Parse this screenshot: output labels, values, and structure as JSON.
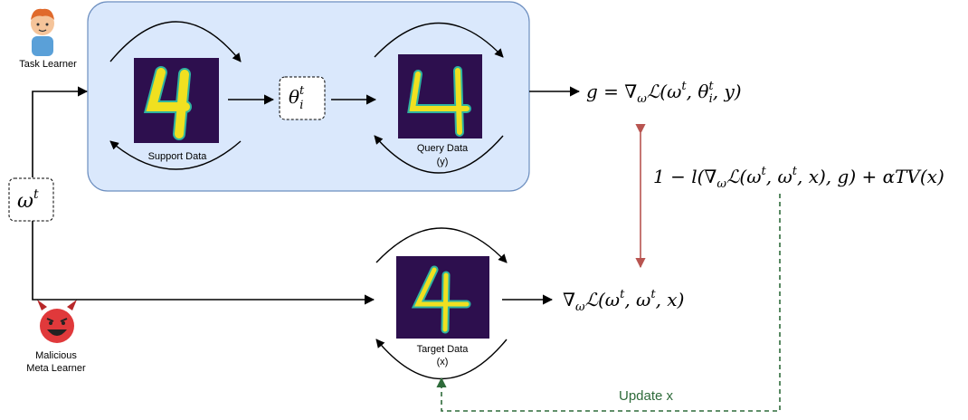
{
  "actors": {
    "task_learner": "Task Learner",
    "malicious": [
      "Malicious",
      "Meta Learner"
    ]
  },
  "data_labels": {
    "support": "Support Data",
    "query": "Query Data",
    "query_sub": "(y)",
    "target": "Target Data",
    "target_sub": "(x)"
  },
  "math": {
    "omega_base": "ω",
    "omega_sup": "t",
    "theta_base": "θ",
    "theta_sup": "t",
    "theta_sub": "i",
    "g_eq": "g = ∇",
    "g_sub": "ω",
    "g_rest_a": "ℒ(ω",
    "g_rest_sup": "t",
    "g_rest_b": ", θ",
    "g_rest_sup2": "t",
    "g_rest_sub2": "i",
    "g_rest_c": ", y)",
    "loss_a": "1 − l(∇",
    "loss_sub": "ω",
    "loss_b": "ℒ(ω",
    "loss_sup": "t",
    "loss_c": ", ω",
    "loss_sup2": "t",
    "loss_d": ", x), g) + αTV(x)",
    "grad_a": "∇",
    "grad_sub": "ω",
    "grad_b": "ℒ(ω",
    "grad_sup": "t",
    "grad_c": ", ω",
    "grad_sup2": "t",
    "grad_d": ", x)"
  },
  "update_label": "Update x",
  "colors": {
    "panel_fill": "#dae8fc",
    "panel_stroke": "#6c8ebf",
    "red_arrow": "#b85450",
    "green_dash": "#2e6b3a",
    "digit_bg": "#2d0f4e",
    "digit_fg": "#f0e020"
  }
}
